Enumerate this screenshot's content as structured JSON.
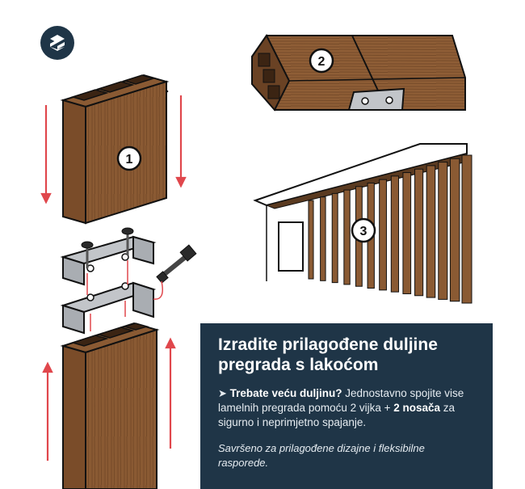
{
  "logo": {
    "icon": "s-logo-icon",
    "color": "#1f3547"
  },
  "steps": [
    "1",
    "2",
    "3"
  ],
  "panel": {
    "title": "Izradite prilagođene duljine pregrada s lakoćom",
    "bullet_marker": "➤",
    "bold_question": "Trebate veću duljinu?",
    "text_1": " Jednostavno spojite vise lamelnih pregrada pomoću 2 vijka + ",
    "bold_brackets": "2 nosača",
    "text_2": " za sigurno i neprimjetno spajanje.",
    "note": "Savršeno za prilagođene dizajne i fleksibilne rasporede."
  },
  "colors": {
    "panel_bg": "#1f3547",
    "wood": "#8a5a33",
    "arrow": "#e0474c",
    "bracket": "#b9bcc0"
  }
}
